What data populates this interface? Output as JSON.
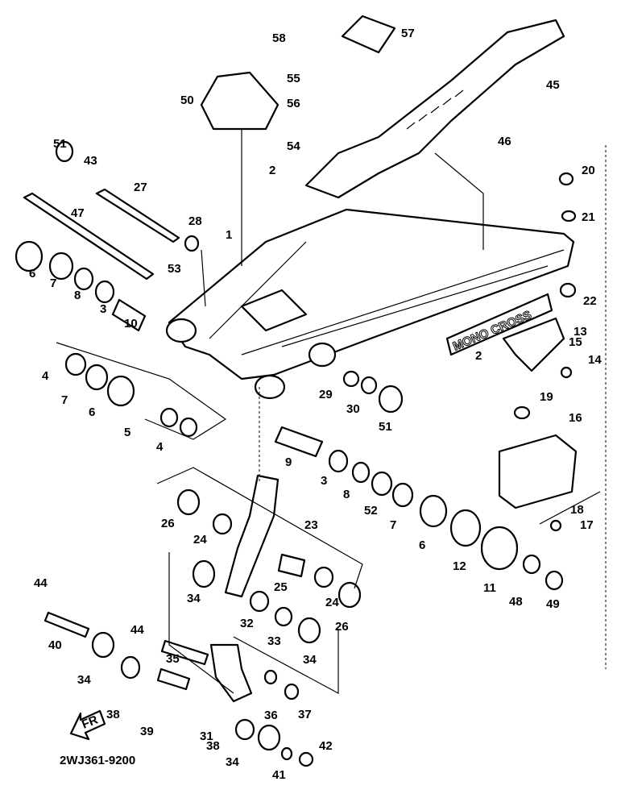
{
  "diagram": {
    "part_code": "2WJ361-9200",
    "emblem_text": "MONO CROSS",
    "front_arrow_label": "FR",
    "callouts": [
      "58",
      "57",
      "45",
      "55",
      "56",
      "50",
      "54",
      "46",
      "51",
      "43",
      "27",
      "2",
      "20",
      "28",
      "47",
      "1",
      "21",
      "53",
      "6",
      "7",
      "8",
      "3",
      "10",
      "22",
      "13",
      "15",
      "14",
      "2",
      "4",
      "7",
      "6",
      "29",
      "30",
      "51",
      "19",
      "5",
      "4",
      "16",
      "9",
      "3",
      "8",
      "52",
      "7",
      "6",
      "12",
      "11",
      "23",
      "26",
      "24",
      "18",
      "17",
      "25",
      "24",
      "34",
      "44",
      "48",
      "49",
      "32",
      "33",
      "34",
      "26",
      "40",
      "44",
      "35",
      "34",
      "38",
      "39",
      "31",
      "36",
      "37",
      "38",
      "34",
      "41",
      "42"
    ]
  }
}
